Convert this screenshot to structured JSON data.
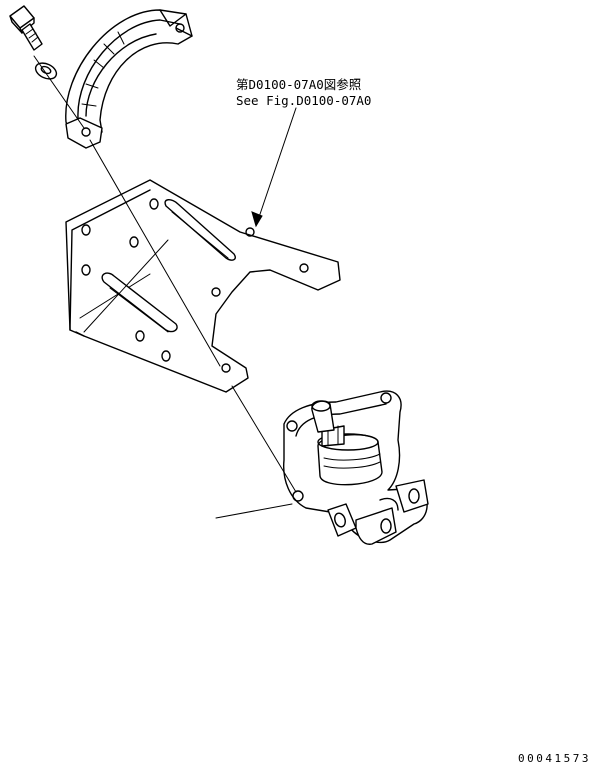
{
  "reference": {
    "line_jp": "第D0100-07A0図参照",
    "line_en": "See Fig.D0100-07A0"
  },
  "drawing_code": "00041573"
}
